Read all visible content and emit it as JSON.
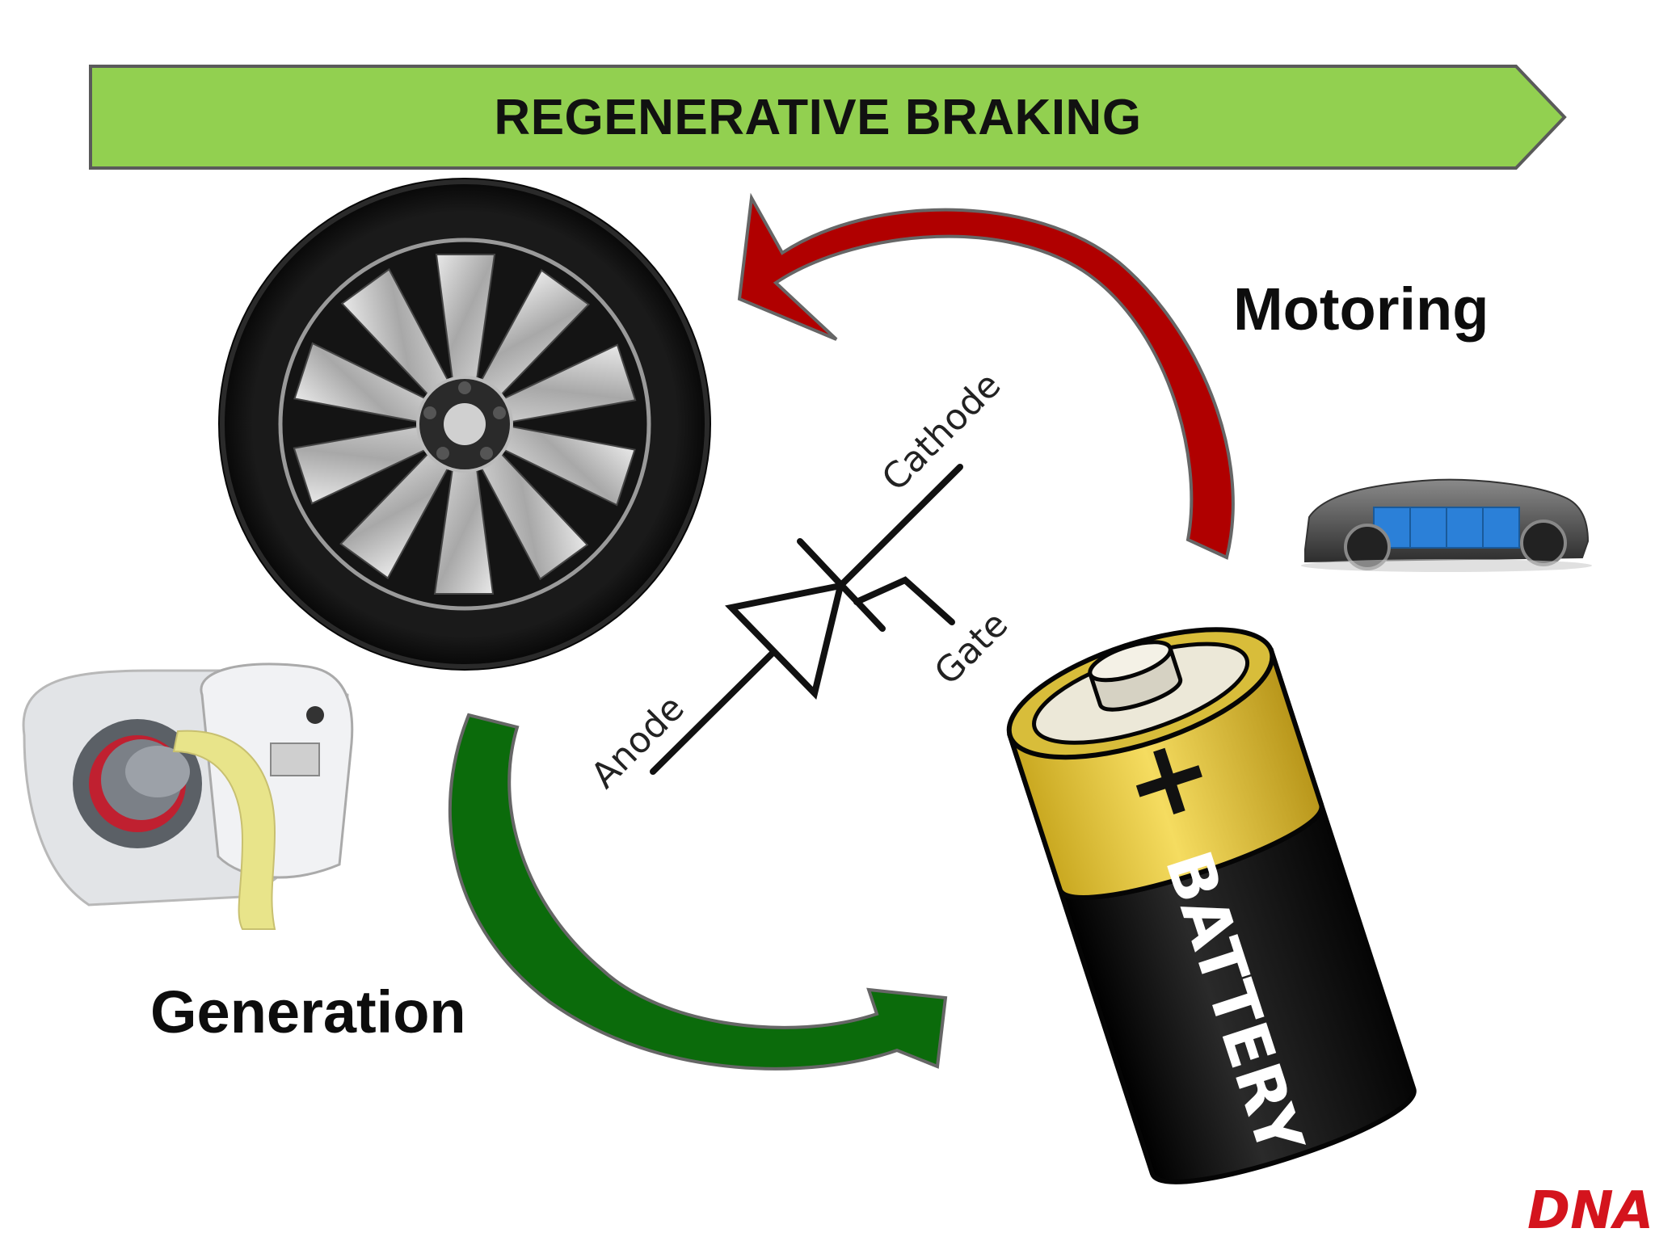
{
  "title": "REGENERATIVE BRAKING",
  "labels": {
    "motoring": "Motoring",
    "generation": "Generation"
  },
  "thyristor": {
    "anode": "Anode",
    "cathode": "Cathode",
    "gate": "Gate"
  },
  "battery": {
    "plus": "+",
    "text": "BATTERY"
  },
  "logo": "DNA",
  "colors": {
    "banner": "#92d050",
    "motoring_arrow": "#b00000",
    "generation_arrow": "#0b6b0b",
    "battery_top": "#e8c840",
    "battery_body": "#111111",
    "logo": "#d4141d"
  }
}
